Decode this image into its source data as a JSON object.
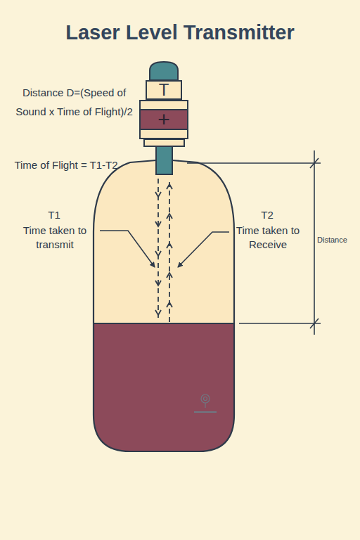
{
  "diagram": {
    "title": "Laser Level Transmitter",
    "nodes": [
      {
        "text": [
          "T"
        ]
      },
      {
        "text": [
          "+"
        ]
      }
    ],
    "labels": [
      "Distance D=(Speed of Sound x Time of Flight)/2",
      "Time of Flight = T1-T2",
      "T1",
      "Time taken to transmit",
      "T2",
      "Time taken to Receive",
      "Distance"
    ]
  }
}
